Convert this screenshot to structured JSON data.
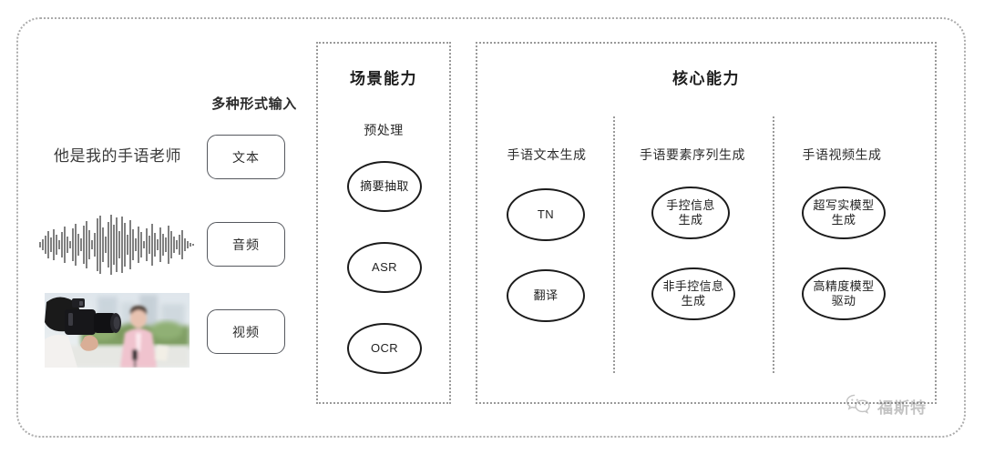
{
  "diagram": {
    "title_hidden": "",
    "input_section": {
      "heading": "多种形式输入",
      "sample_sentence": "他是我的手语老师",
      "modalities": [
        {
          "label": "文本",
          "icon": "text-icon"
        },
        {
          "label": "音频",
          "icon": "waveform-icon"
        },
        {
          "label": "视频",
          "icon": "video-icon"
        }
      ]
    },
    "scene_panel": {
      "title": "场景能力",
      "group_label": "预处理",
      "nodes": [
        {
          "label": "摘要抽取"
        },
        {
          "label": "ASR"
        },
        {
          "label": "OCR"
        }
      ]
    },
    "core_panel": {
      "title": "核心能力",
      "columns": [
        {
          "label": "手语文本生成",
          "nodes": [
            {
              "line1": "TN",
              "line2": ""
            },
            {
              "line1": "翻译",
              "line2": ""
            }
          ]
        },
        {
          "label": "手语要素序列生成",
          "nodes": [
            {
              "line1": "手控信息",
              "line2": "生成"
            },
            {
              "line1": "非手控信息",
              "line2": "生成"
            }
          ]
        },
        {
          "label": "手语视频生成",
          "nodes": [
            {
              "line1": "超写实模型",
              "line2": "生成"
            },
            {
              "line1": "高精度模型",
              "line2": "驱动"
            }
          ]
        }
      ]
    },
    "watermark": {
      "text": "福斯特",
      "icon": "wechat-icon"
    },
    "colors": {
      "background": "#ffffff",
      "frame_dotted": "#ababab",
      "panel_dotted": "#9a9a9a",
      "node_stroke": "#1b1b1b",
      "chip_stroke": "#55585e",
      "text": "#2b2b2b"
    }
  }
}
